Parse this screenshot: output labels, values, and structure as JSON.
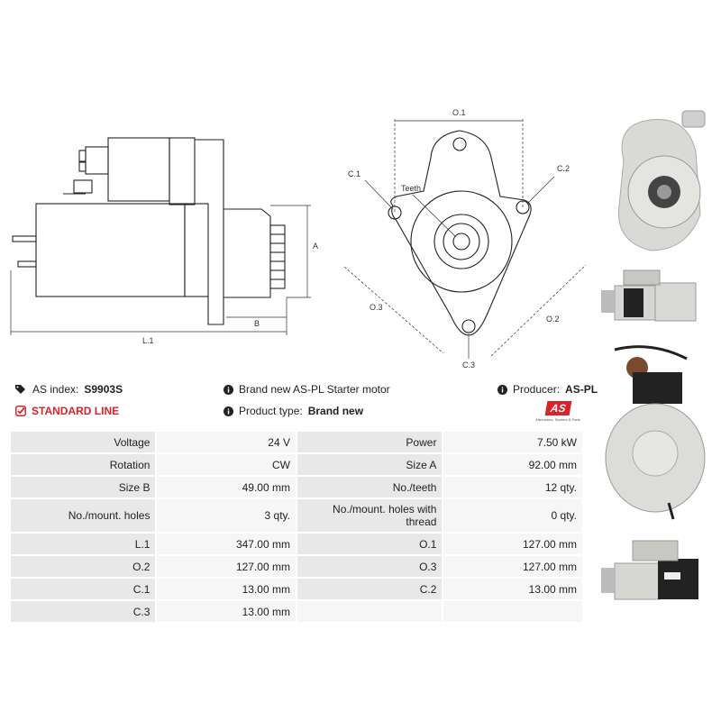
{
  "drawing_labels": {
    "dim_o1": "O.1",
    "dim_c1": "C.1",
    "dim_c2": "C.2",
    "dim_c3": "C.3",
    "dim_o2": "O.2",
    "dim_o3": "O.3",
    "teeth": "Teeth",
    "dim_a": "A",
    "dim_b": "B",
    "dim_l1": "L.1"
  },
  "info": {
    "as_index_label": "AS index:",
    "as_index_value": "S9903S",
    "line_label": "STANDARD LINE",
    "description": "Brand new AS-PL Starter motor",
    "product_type_label": "Product type:",
    "product_type_value": "Brand new",
    "producer_label": "Producer:",
    "producer_value": "AS-PL"
  },
  "logo": {
    "text": "AS",
    "tagline": "Alternators, Starters & Parts"
  },
  "specs": [
    {
      "l1": "Voltage",
      "v1": "24 V",
      "l2": "Power",
      "v2": "7.50 kW"
    },
    {
      "l1": "Rotation",
      "v1": "CW",
      "l2": "Size A",
      "v2": "92.00 mm"
    },
    {
      "l1": "Size B",
      "v1": "49.00 mm",
      "l2": "No./teeth",
      "v2": "12 qty."
    },
    {
      "l1": "No./mount. holes",
      "v1": "3 qty.",
      "l2": "No./mount. holes with thread",
      "v2": "0 qty."
    },
    {
      "l1": "L.1",
      "v1": "347.00 mm",
      "l2": "O.1",
      "v2": "127.00 mm"
    },
    {
      "l1": "O.2",
      "v1": "127.00 mm",
      "l2": "O.3",
      "v2": "127.00 mm"
    },
    {
      "l1": "C.1",
      "v1": "13.00 mm",
      "l2": "C.2",
      "v2": "13.00 mm"
    },
    {
      "l1": "C.3",
      "v1": "13.00 mm",
      "l2": "",
      "v2": ""
    }
  ],
  "colors": {
    "accent_red": "#d9232a",
    "label_bg": "#e8e8e8",
    "value_bg": "#f6f6f6"
  },
  "icons": [
    "tags-icon",
    "checkbox-icon",
    "info-icon"
  ]
}
